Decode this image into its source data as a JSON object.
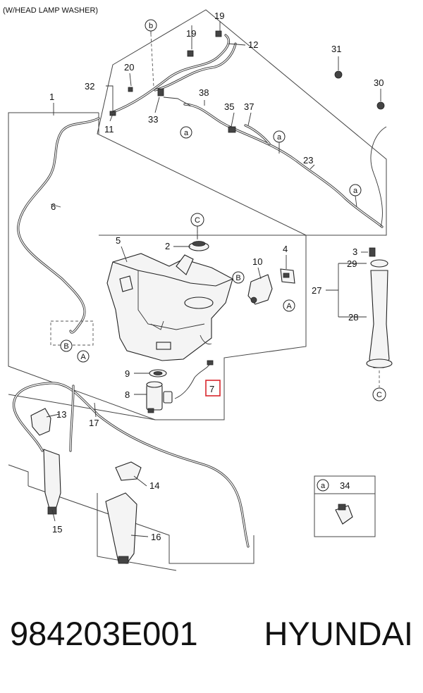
{
  "header": {
    "title": "(W/HEAD LAMP WASHER)"
  },
  "callouts": {
    "c1": "1",
    "c2": "2",
    "c3": "3",
    "c4": "4",
    "c5": "5",
    "c6": "6",
    "c7": "7",
    "c8": "8",
    "c9": "9",
    "c10": "10",
    "c11": "11",
    "c12": "12",
    "c13": "13",
    "c14": "14",
    "c15": "15",
    "c16": "16",
    "c17": "17",
    "c19a": "19",
    "c19b": "19",
    "c20": "20",
    "c23": "23",
    "c27": "27",
    "c28": "28",
    "c29": "29",
    "c30": "30",
    "c31": "31",
    "c32": "32",
    "c33": "33",
    "c34": "34",
    "c35": "35",
    "c37": "37",
    "c38": "38"
  },
  "circle_refs": {
    "a1": "a",
    "a2": "a",
    "a3": "a",
    "a_legend": "a",
    "b_top": "b",
    "B_tank": "B",
    "B_left": "B",
    "A_tank": "A",
    "A_left": "A",
    "C_top": "C",
    "C_bottom": "C"
  },
  "highlight": {
    "color": "#d9262c"
  },
  "footer": {
    "part_number": "984203E001",
    "brand": "HYUNDAI"
  }
}
